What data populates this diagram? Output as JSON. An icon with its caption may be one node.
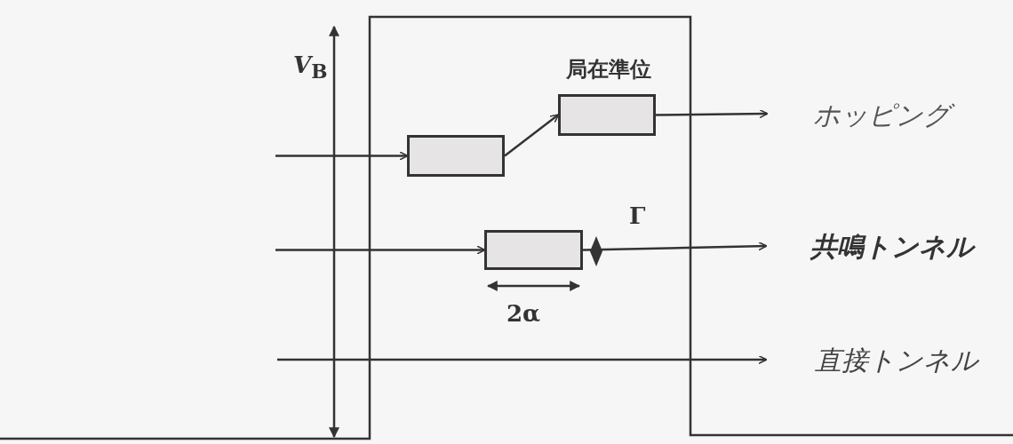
{
  "diagram": {
    "nodes": [
      {
        "text": [],
        "shape": "box"
      },
      {
        "text": [
          "局在準位"
        ]
      },
      {
        "text": [],
        "shape": "box"
      },
      {
        "text": [
          "ホッピング"
        ]
      },
      {
        "text": [
          "共鳴トンネル"
        ]
      },
      {
        "text": [
          "直接トンネル"
        ]
      }
    ],
    "edges": [
      {
        "from": null,
        "to": 0,
        "arrow": "to"
      },
      {
        "from": 0,
        "to": 1,
        "arrow": "to"
      },
      {
        "from": 1,
        "to": 3,
        "arrow": "to"
      },
      {
        "from": null,
        "to": 2,
        "arrow": "to"
      },
      {
        "from": 2,
        "to": 4,
        "arrow": "to",
        "label": "Γ"
      },
      {
        "from": null,
        "to": 5,
        "arrow": "to"
      }
    ],
    "labels": [
      "*V*$_{B}$",
      "2α"
    ]
  }
}
